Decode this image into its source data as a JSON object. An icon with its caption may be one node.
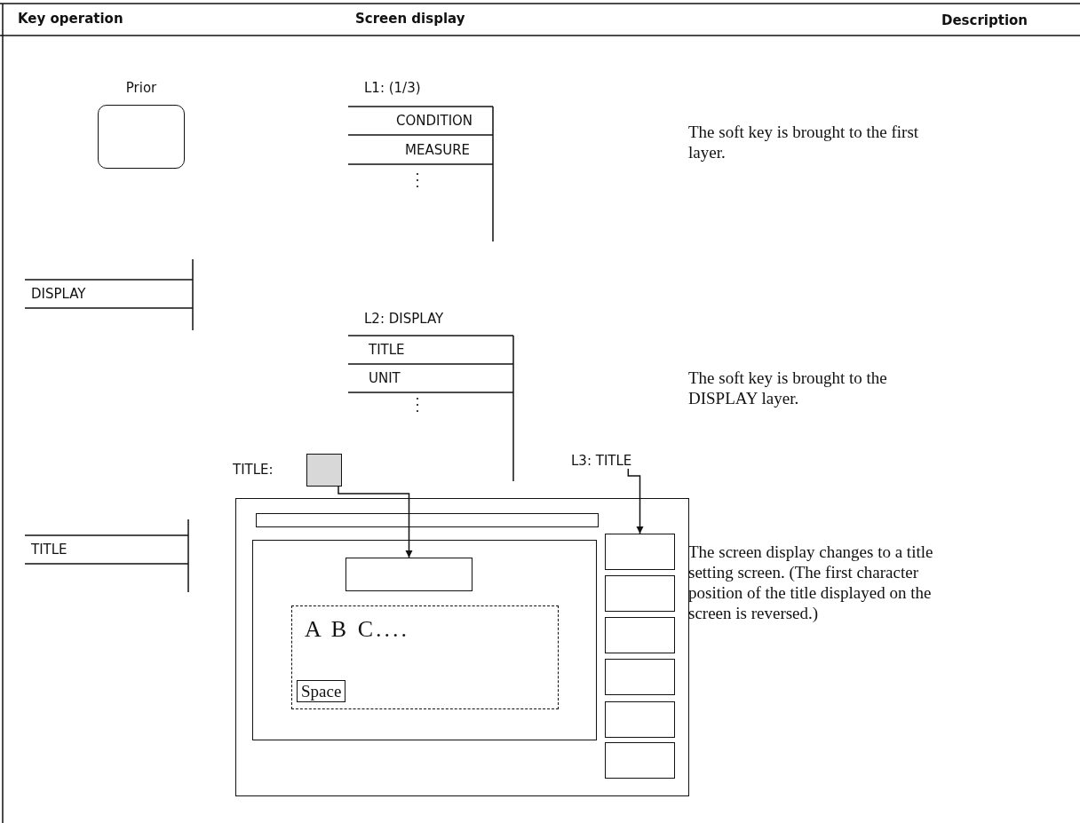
{
  "diagram": {
    "nodes": [
      {
        "text": [
          "Prior"
        ]
      },
      {
        "text": [
          "TITLE:"
        ]
      },
      {
        "text": [
          "L3: TITLE"
        ]
      },
      {
        "text": [],
        "shape": "box"
      },
      {
        "text": [],
        "shape": "box"
      },
      {
        "text": [],
        "shape": "box"
      },
      {
        "text": [
          "A B C...."
        ]
      },
      {
        "text": [
          "Space"
        ],
        "in": 6
      },
      {
        "text": [],
        "shape": "box"
      },
      {
        "text": [],
        "shape": "box"
      },
      {
        "text": [],
        "shape": "box"
      },
      {
        "text": [],
        "shape": "box"
      },
      {
        "text": [],
        "shape": "box"
      }
    ],
    "edges": [
      {
        "from": 1,
        "to": 5,
        "arrow": "to"
      },
      {
        "from": 2,
        "to": 4,
        "arrow": "to"
      }
    ],
    "labels": [
      "Key operation",
      "Screen display",
      "Description",
      "L1: (1/3)",
      "CONDITION",
      "MEASURE",
      "The soft key is brought to the first layer.",
      "DISPLAY",
      "L2: DISPLAY",
      "TITLE",
      "UNIT",
      "The soft key is brought to the DISPLAY layer.",
      "TITLE",
      "The screen display changes to a title setting screen. (The first character position of the title displayed on the screen is reversed.)"
    ]
  }
}
